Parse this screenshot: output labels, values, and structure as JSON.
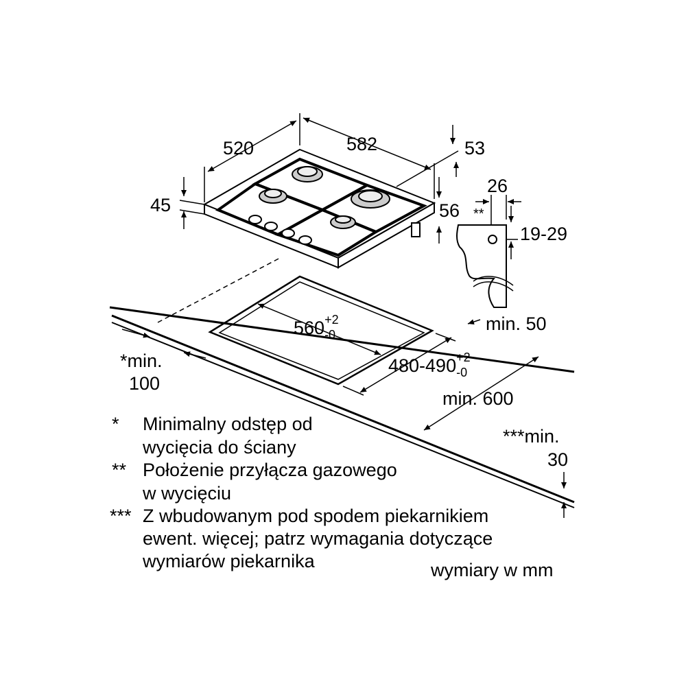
{
  "dimensions": {
    "depth": "520",
    "width": "582",
    "top_offset": "53",
    "height": "45",
    "side_offset": "56",
    "connector_width": "26",
    "connector_marker": "**",
    "connector_height": "19-29",
    "cutout_width": "560",
    "cutout_width_tol_plus": "+2",
    "cutout_width_tol_minus": "-0",
    "cutout_depth": "480-490",
    "cutout_depth_tol_plus": "+2",
    "cutout_depth_tol_minus": "-0",
    "min_back": "min. 50",
    "min_side_line1": "*min.",
    "min_side_line2": "100",
    "min_worktop": "min. 600",
    "min_front_line1": "***min.",
    "min_front_line2": "30"
  },
  "notes": [
    {
      "mark": "*",
      "line1": "Minimalny odstęp od",
      "line2": "wycięcia do ściany"
    },
    {
      "mark": "**",
      "line1": "Położenie przyłącza gazowego",
      "line2": "w wycięciu"
    },
    {
      "mark": "***",
      "line1": "Z wbudowanym pod spodem piekarnikiem",
      "line2": "ewent. więcej; patrz wymagania dotyczące",
      "line3": "wymiarów piekarnika"
    }
  ],
  "units_note": "wymiary w mm"
}
